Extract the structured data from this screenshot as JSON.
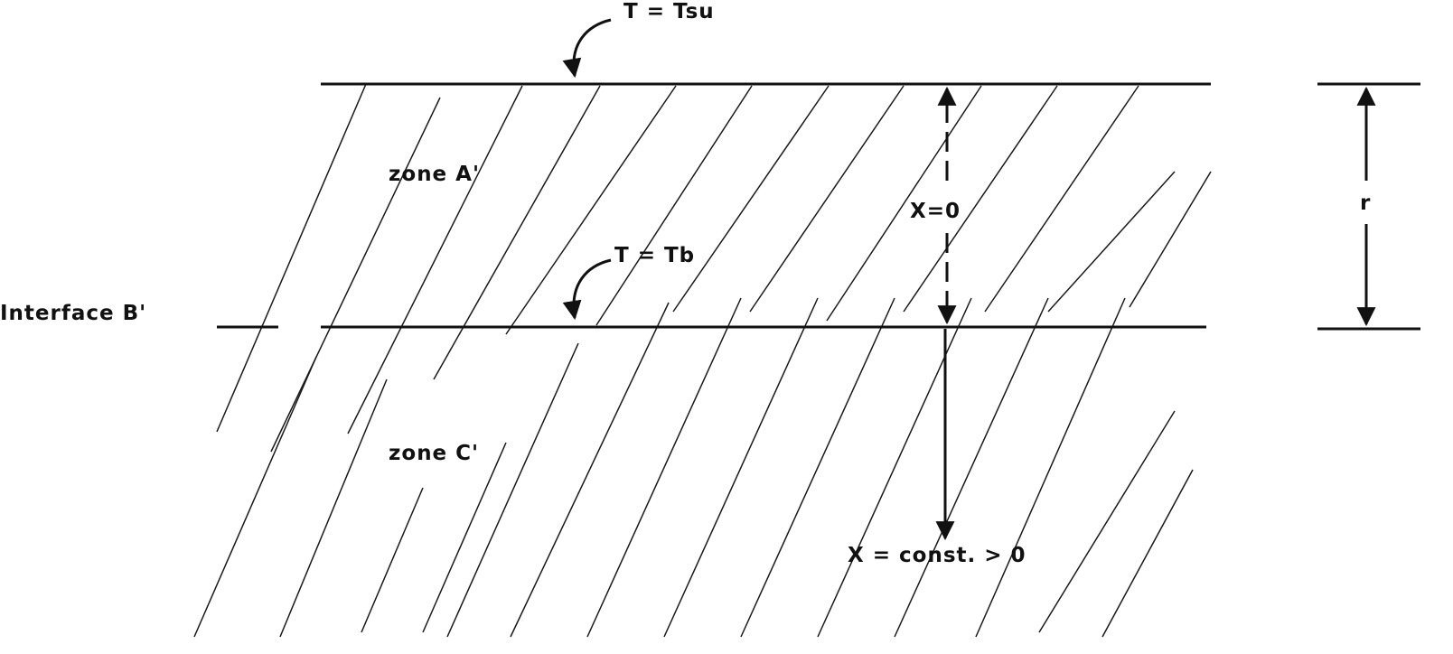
{
  "labels": {
    "top_temp": "T = Tsu",
    "zone_a": "zone A'",
    "interface_temp": "T = Tb",
    "interface": "Interface B'",
    "zone_c": "zone C'",
    "x_zero": "X=0",
    "x_const": "X = const. > 0",
    "r": "r"
  },
  "colors": {
    "ink": "#111111",
    "background": "#ffffff"
  }
}
